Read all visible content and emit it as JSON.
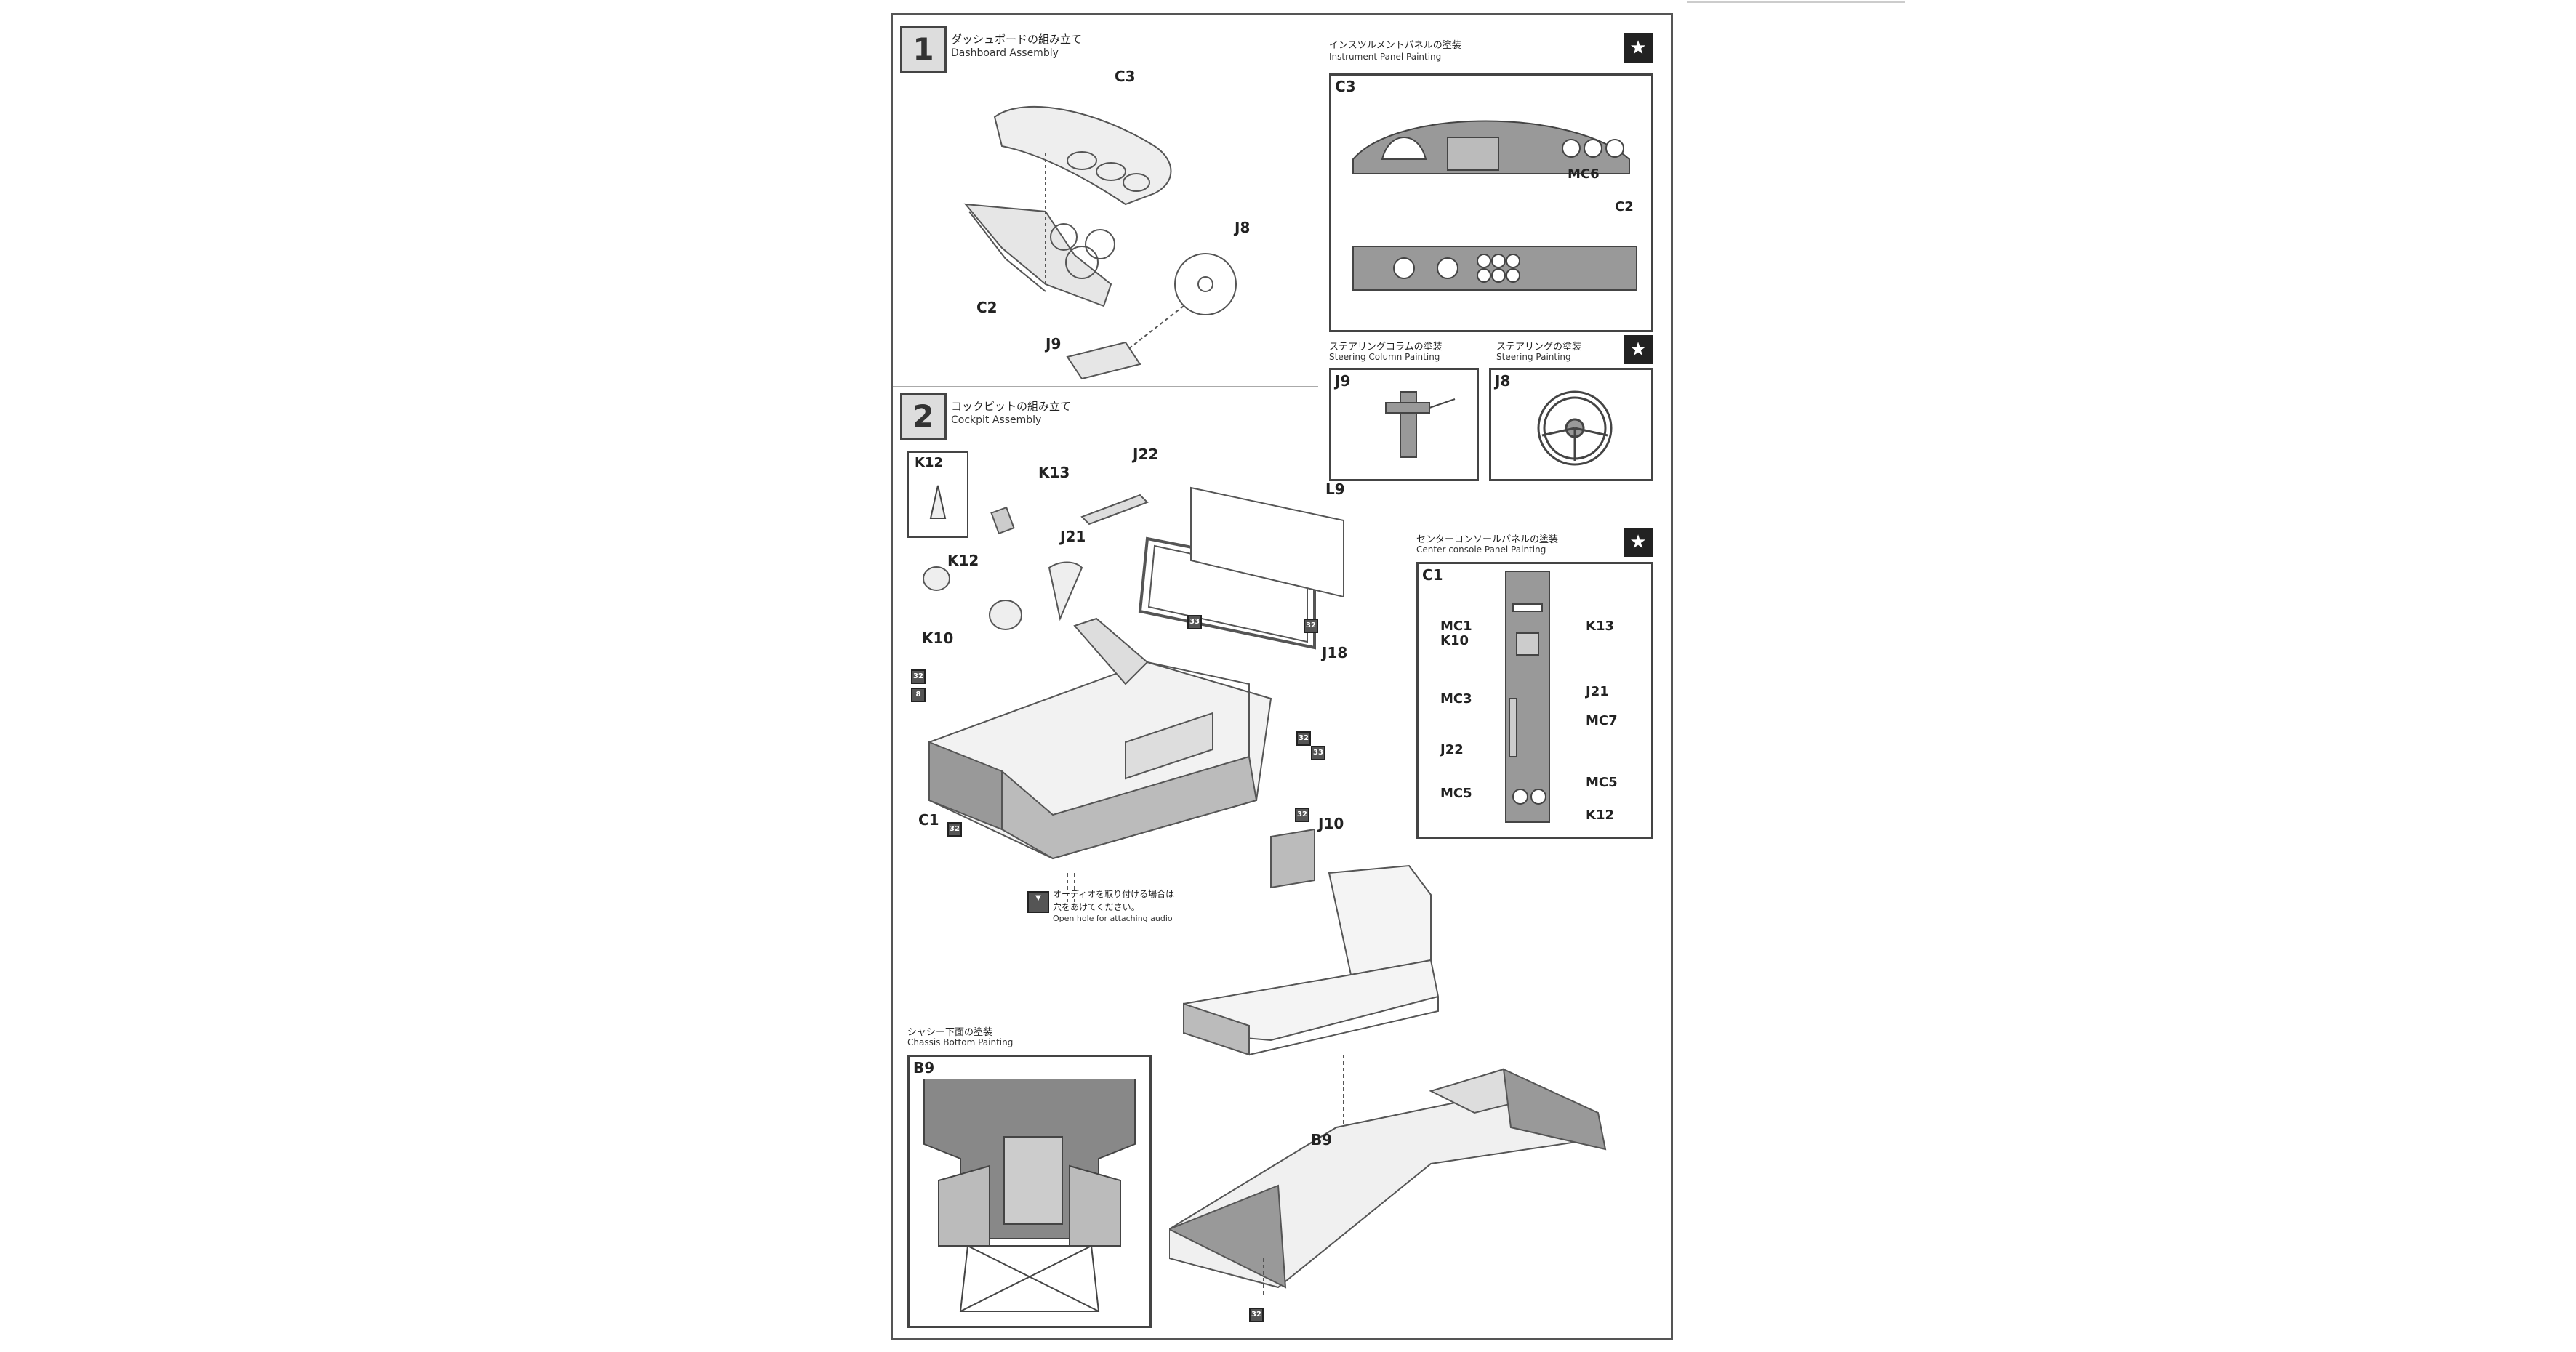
{
  "step1": {
    "number": "1",
    "title_jp": "ダッシュボードの組み立て",
    "title_en": "Dashboard Assembly",
    "parts": [
      "C3",
      "J8",
      "C2",
      "J9"
    ]
  },
  "instrument_panel": {
    "title_jp": "インスツルメントパネルの塗装",
    "title_en": "Instrument Panel Painting",
    "top_label": "C3",
    "mc_label": "MC6",
    "bottom_label": "C2"
  },
  "steering_column": {
    "title_jp": "ステアリングコラムの塗装",
    "title_en": "Steering Column Painting",
    "label": "J9"
  },
  "steering": {
    "title_jp": "ステアリングの塗装",
    "title_en": "Steering Painting",
    "label": "J8"
  },
  "step2": {
    "number": "2",
    "title_jp": "コックピットの組み立て",
    "title_en": "Cockpit Assembly",
    "parts": [
      "K12",
      "K13",
      "J22",
      "L9",
      "K12",
      "J21",
      "K10",
      "J18",
      "C1",
      "J10"
    ]
  },
  "note": {
    "jp_line1": "オーディオを取り付ける場合は",
    "jp_line2": "穴をあけてください。",
    "en": "Open hole for attaching audio"
  },
  "center_console": {
    "title_jp": "センターコンソールパネルの塗装",
    "title_en": "Center console Panel Painting",
    "label": "C1",
    "left_labels": [
      "MC1",
      "K10",
      "MC3",
      "J22",
      "MC5"
    ],
    "right_labels": [
      "K13",
      "J21",
      "MC7",
      "MC5",
      "K12"
    ]
  },
  "chassis": {
    "title_jp": "シャシー下面の塗装",
    "title_en": "Chassis Bottom Painting",
    "box_label": "B9",
    "part_label": "B9"
  }
}
